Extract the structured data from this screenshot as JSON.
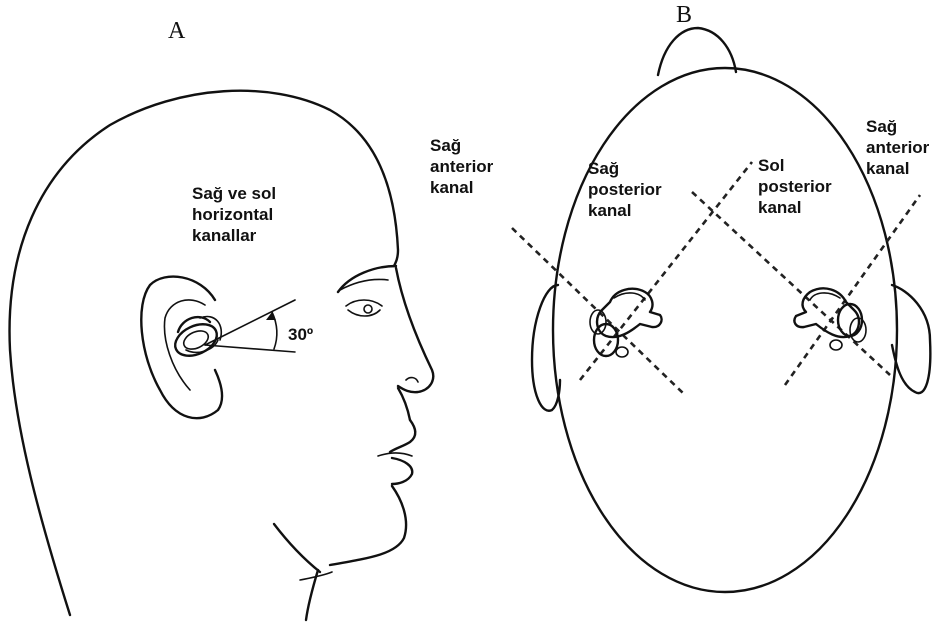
{
  "panels": {
    "a": {
      "letter": "A",
      "horizontal_label_line1": "Sağ ve sol",
      "horizontal_label_line2": "horizontal",
      "horizontal_label_line3": "kanallar",
      "angle_label": "30º"
    },
    "b": {
      "letter": "B",
      "right_anterior_left": [
        "Sağ",
        "anterior",
        "kanal"
      ],
      "right_posterior": [
        "Sağ",
        "posterior",
        "kanal"
      ],
      "left_posterior": [
        "Sol",
        "posterior",
        "kanal"
      ],
      "right_anterior_right": [
        "Sağ",
        "anterior",
        "kanal"
      ]
    }
  },
  "icons": [
    "head-profile-icon",
    "head-top-view-icon",
    "ear-icon",
    "inner-ear-icon"
  ],
  "colors": {
    "ink": "#111111",
    "background": "#ffffff"
  }
}
